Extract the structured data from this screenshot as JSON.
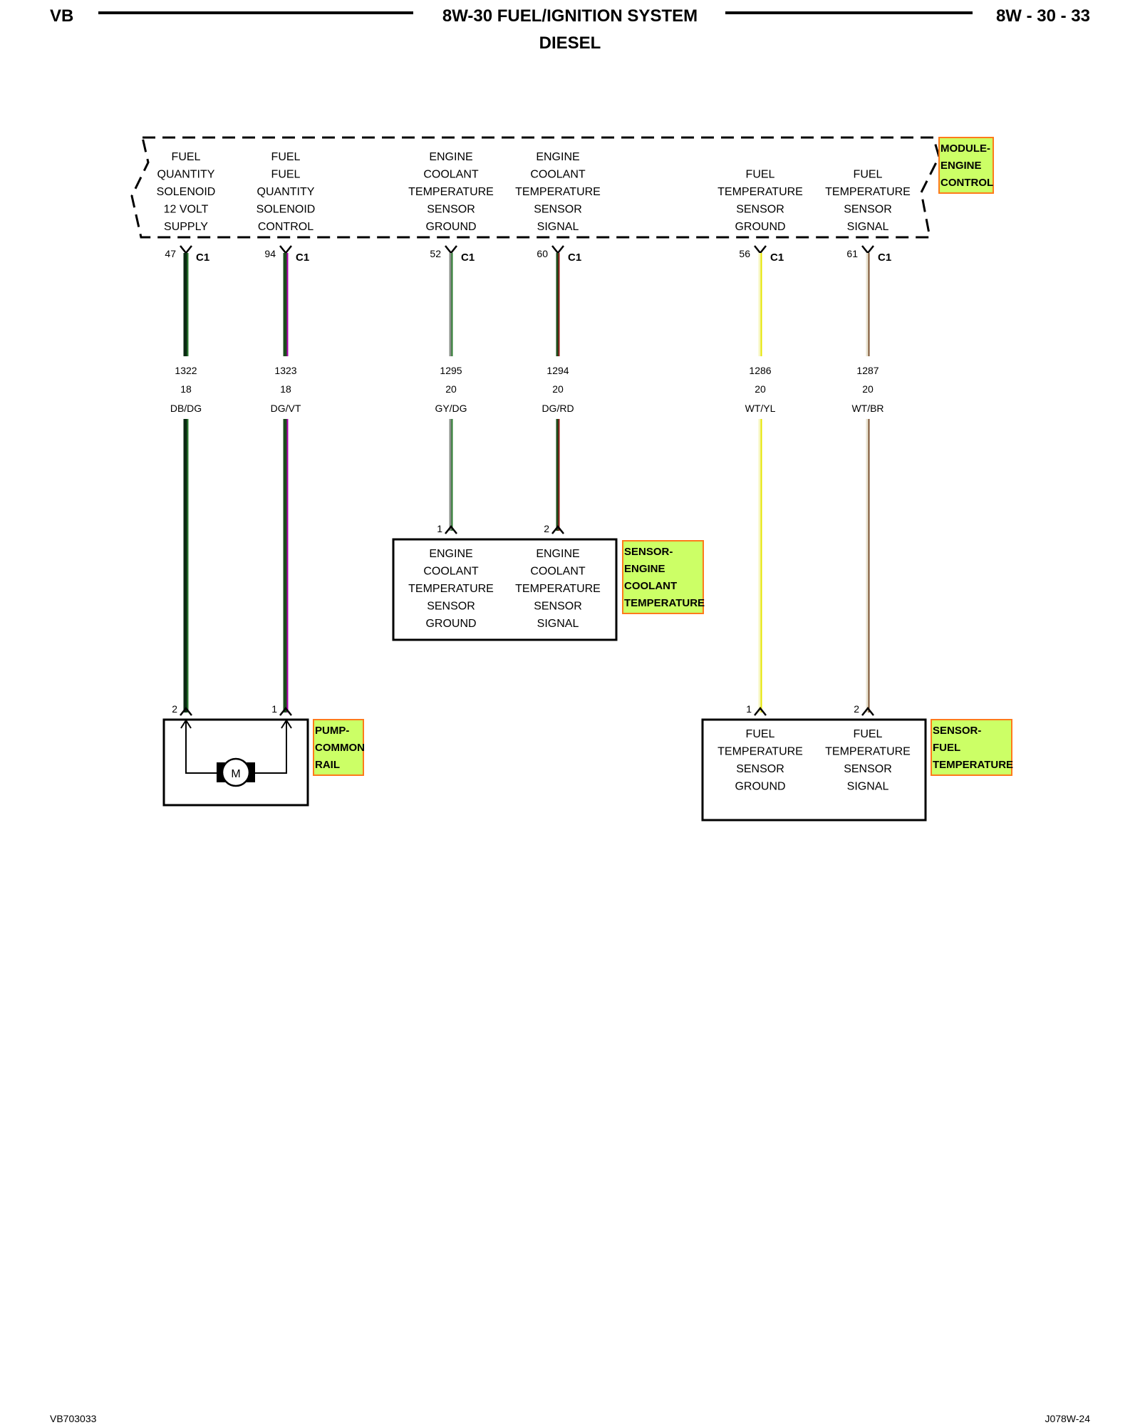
{
  "header": {
    "left": "VB",
    "title": "8W-30 FUEL/IGNITION SYSTEM",
    "subtitle": "DIESEL",
    "right": "8W - 30 - 33"
  },
  "module": {
    "tag": [
      "MODULE-",
      "ENGINE",
      "CONTROL"
    ],
    "pins": [
      {
        "label": [
          "FUEL",
          "QUANTITY",
          "SOLENOID",
          "12 VOLT",
          "SUPPLY"
        ],
        "pin": "47",
        "connector": "C1"
      },
      {
        "label": [
          "FUEL",
          "FUEL",
          "QUANTITY",
          "SOLENOID",
          "CONTROL"
        ],
        "pin": "94",
        "connector": "C1"
      },
      {
        "label": [
          "ENGINE",
          "COOLANT",
          "TEMPERATURE",
          "SENSOR",
          "GROUND"
        ],
        "pin": "52",
        "connector": "C1"
      },
      {
        "label": [
          "ENGINE",
          "COOLANT",
          "TEMPERATURE",
          "SENSOR",
          "SIGNAL"
        ],
        "pin": "60",
        "connector": "C1"
      },
      {
        "label": [
          "FUEL",
          "TEMPERATURE",
          "SENSOR",
          "GROUND"
        ],
        "pin": "56",
        "connector": "C1"
      },
      {
        "label": [
          "FUEL",
          "TEMPERATURE",
          "SENSOR",
          "SIGNAL"
        ],
        "pin": "61",
        "connector": "C1"
      }
    ]
  },
  "wires": [
    {
      "circuit": "1322",
      "gauge": "18",
      "color_code": "DB/DG",
      "base": "#0a2a12",
      "stripe": "#2e7d32"
    },
    {
      "circuit": "1323",
      "gauge": "18",
      "color_code": "DG/VT",
      "base": "#1b4d1b",
      "stripe": "#b000b0"
    },
    {
      "circuit": "1295",
      "gauge": "20",
      "color_code": "GY/DG",
      "base": "#8a8f8a",
      "stripe": "#2e7d32"
    },
    {
      "circuit": "1294",
      "gauge": "20",
      "color_code": "DG/RD",
      "base": "#1b4d1b",
      "stripe": "#8b1a1a"
    },
    {
      "circuit": "1286",
      "gauge": "20",
      "color_code": "WT/YL",
      "base": "#f7f7c0",
      "stripe": "#e6e600"
    },
    {
      "circuit": "1287",
      "gauge": "20",
      "color_code": "WT/BR",
      "base": "#e8e2d0",
      "stripe": "#7a5230"
    }
  ],
  "coolant_sensor": {
    "tag": [
      "SENSOR-",
      "ENGINE",
      "COOLANT",
      "TEMPERATURE"
    ],
    "pins": [
      {
        "pin": "1",
        "label": [
          "ENGINE",
          "COOLANT",
          "TEMPERATURE",
          "SENSOR",
          "GROUND"
        ]
      },
      {
        "pin": "2",
        "label": [
          "ENGINE",
          "COOLANT",
          "TEMPERATURE",
          "SENSOR",
          "SIGNAL"
        ]
      }
    ]
  },
  "pump": {
    "tag": [
      "PUMP-",
      "COMMON",
      "RAIL"
    ],
    "pins": [
      "2",
      "1"
    ],
    "motor_letter": "M"
  },
  "fuel_sensor": {
    "tag": [
      "SENSOR-",
      "FUEL",
      "TEMPERATURE"
    ],
    "pins": [
      {
        "pin": "1",
        "label": [
          "FUEL",
          "TEMPERATURE",
          "SENSOR",
          "GROUND"
        ]
      },
      {
        "pin": "2",
        "label": [
          "FUEL",
          "TEMPERATURE",
          "SENSOR",
          "SIGNAL"
        ]
      }
    ]
  },
  "colors": {
    "tag_fill": "#ccff66",
    "tag_border": "#ff7a1a"
  },
  "footer": {
    "left": "VB703033",
    "right": "J078W-24"
  }
}
